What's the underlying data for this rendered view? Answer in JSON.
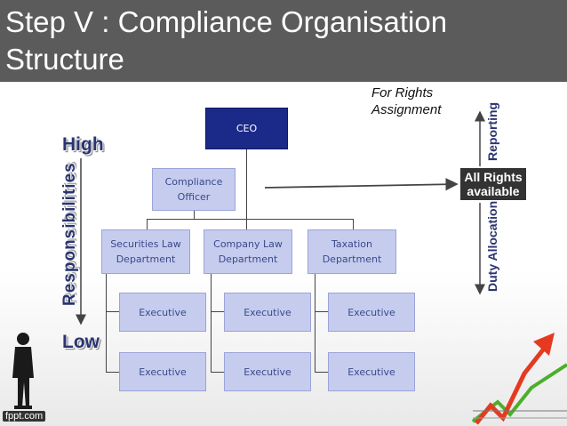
{
  "header": {
    "title_line1": "Step V : Compliance Organisation",
    "title_line2": "Structure"
  },
  "diagram": {
    "note_line1": "For Rights",
    "note_line2": "Assignment",
    "ceo": "CEO",
    "officer_line1": "Compliance",
    "officer_line2": "Officer",
    "departments": [
      {
        "line1": "Securities Law",
        "line2": "Department"
      },
      {
        "line1": "Company Law",
        "line2": "Department"
      },
      {
        "line1": "Taxation",
        "line2": "Department"
      }
    ],
    "executive_label": "Executive",
    "scale_high": "High",
    "scale_low": "Low",
    "scale_axis": "Responsibilities",
    "rights_line1": "All Rights",
    "rights_line2": "available",
    "reporting": "Reporting",
    "duty_allocation": "Duty Allocation"
  },
  "watermark": "fppt.com",
  "colors": {
    "header_bg": "#5b5b5b",
    "ceo_box": "#1b2a88",
    "box_fill": "#c5ccee",
    "box_text": "#3a4a8a",
    "arrow_red": "#e53a1f",
    "arrow_green": "#4caf2a"
  }
}
